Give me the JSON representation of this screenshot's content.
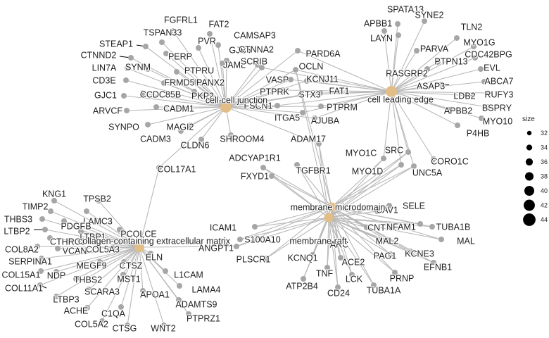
{
  "categories": [
    {
      "id": "cc",
      "label": "cell-cell junction"
    },
    {
      "id": "le",
      "label": "cell leading edge"
    },
    {
      "id": "md",
      "label": "membrane microdomain"
    },
    {
      "id": "mr",
      "label": "membrane raft"
    },
    {
      "id": "ecm",
      "label": "collagen-containing extracellular matrix"
    }
  ],
  "genes": [
    {
      "label": "FGFRL1",
      "links": [
        "cc"
      ]
    },
    {
      "label": "FAT2",
      "links": [
        "cc"
      ]
    },
    {
      "label": "TSPAN33",
      "links": [
        "cc"
      ]
    },
    {
      "label": "PVR",
      "links": [
        "cc"
      ]
    },
    {
      "label": "CAMSAP3",
      "links": [
        "cc"
      ]
    },
    {
      "label": "STEAP1",
      "links": [
        "cc"
      ]
    },
    {
      "label": "GJB5",
      "links": [
        "cc"
      ]
    },
    {
      "label": "CTNND2",
      "links": [
        "cc"
      ]
    },
    {
      "label": "PERP",
      "links": [
        "cc"
      ]
    },
    {
      "label": "LIN7A",
      "links": [
        "cc"
      ]
    },
    {
      "label": "SYNM",
      "links": [
        "cc"
      ]
    },
    {
      "label": "JAML",
      "links": [
        "cc"
      ]
    },
    {
      "label": "PTPRU",
      "links": [
        "cc"
      ]
    },
    {
      "label": "CD3E",
      "links": [
        "cc"
      ]
    },
    {
      "label": "FRMD5",
      "links": [
        "cc"
      ]
    },
    {
      "label": "PANX2",
      "links": [
        "cc"
      ]
    },
    {
      "label": "GJC1",
      "links": [
        "cc"
      ]
    },
    {
      "label": "CCDC85B",
      "links": [
        "cc"
      ]
    },
    {
      "label": "PKP2",
      "links": [
        "cc"
      ]
    },
    {
      "label": "ARVCF",
      "links": [
        "cc"
      ]
    },
    {
      "label": "CADM1",
      "links": [
        "cc"
      ]
    },
    {
      "label": "SYNPO",
      "links": [
        "cc"
      ]
    },
    {
      "label": "CADM3",
      "links": [
        "cc"
      ]
    },
    {
      "label": "MAGI2",
      "links": [
        "cc"
      ]
    },
    {
      "label": "CLDN6",
      "links": [
        "cc"
      ]
    },
    {
      "label": "SHROOM4",
      "links": [
        "cc"
      ]
    },
    {
      "label": "CTNNA2",
      "links": [
        "cc"
      ]
    },
    {
      "label": "SCRIB",
      "links": [
        "cc",
        "le"
      ]
    },
    {
      "label": "PARD6A",
      "links": [
        "cc",
        "le"
      ]
    },
    {
      "label": "OCLN",
      "links": [
        "cc",
        "le",
        "md",
        "mr"
      ]
    },
    {
      "label": "VASP",
      "links": [
        "cc",
        "le"
      ]
    },
    {
      "label": "KCNJ11",
      "links": [
        "cc",
        "le"
      ]
    },
    {
      "label": "PTPRK",
      "links": [
        "cc",
        "le"
      ]
    },
    {
      "label": "STX3",
      "links": [
        "cc",
        "le"
      ]
    },
    {
      "label": "FAT1",
      "links": [
        "cc",
        "le"
      ]
    },
    {
      "label": "FSCN1",
      "links": [
        "cc",
        "le"
      ]
    },
    {
      "label": "PTPRM",
      "links": [
        "cc",
        "le"
      ]
    },
    {
      "label": "ITGA5",
      "links": [
        "cc",
        "le"
      ]
    },
    {
      "label": "AJUBA",
      "links": [
        "cc",
        "le"
      ]
    },
    {
      "label": "ADAM17",
      "links": [
        "cc",
        "md",
        "mr"
      ]
    },
    {
      "label": "COL17A1",
      "links": [
        "cc",
        "ecm"
      ]
    },
    {
      "label": "SPATA13",
      "links": [
        "le"
      ]
    },
    {
      "label": "SYNE2",
      "links": [
        "le"
      ]
    },
    {
      "label": "APBB1",
      "links": [
        "le"
      ]
    },
    {
      "label": "LAYN",
      "links": [
        "le"
      ]
    },
    {
      "label": "TLN2",
      "links": [
        "le"
      ]
    },
    {
      "label": "PARVA",
      "links": [
        "le"
      ]
    },
    {
      "label": "MYO1G",
      "links": [
        "le"
      ]
    },
    {
      "label": "PTPN13",
      "links": [
        "le"
      ]
    },
    {
      "label": "CDC42BPG",
      "links": [
        "le"
      ]
    },
    {
      "label": "RASGRP2",
      "links": [
        "le"
      ]
    },
    {
      "label": "EVL",
      "links": [
        "le"
      ]
    },
    {
      "label": "ABCA7",
      "links": [
        "le"
      ]
    },
    {
      "label": "ASAP3",
      "links": [
        "le"
      ]
    },
    {
      "label": "RUFY3",
      "links": [
        "le"
      ]
    },
    {
      "label": "LDB2",
      "links": [
        "le"
      ]
    },
    {
      "label": "BSPRY",
      "links": [
        "le"
      ]
    },
    {
      "label": "APBB2",
      "links": [
        "le"
      ]
    },
    {
      "label": "MYO10",
      "links": [
        "le"
      ]
    },
    {
      "label": "P4HB",
      "links": [
        "le"
      ]
    },
    {
      "label": "MYO1C",
      "links": [
        "le",
        "md",
        "mr"
      ]
    },
    {
      "label": "SRC",
      "links": [
        "le",
        "md",
        "mr"
      ]
    },
    {
      "label": "CORO1C",
      "links": [
        "le"
      ]
    },
    {
      "label": "MYO1D",
      "links": [
        "le",
        "md",
        "mr"
      ]
    },
    {
      "label": "UNC5A",
      "links": [
        "le",
        "md",
        "mr"
      ]
    },
    {
      "label": "ADCYAP1R1",
      "links": [
        "md",
        "mr"
      ]
    },
    {
      "label": "TGFBR1",
      "links": [
        "md",
        "mr"
      ]
    },
    {
      "label": "FXYD1",
      "links": [
        "md",
        "mr"
      ]
    },
    {
      "label": "CAV1",
      "links": [
        "md",
        "mr"
      ]
    },
    {
      "label": "SELE",
      "links": [
        "md",
        "mr"
      ]
    },
    {
      "label": "ICAM1",
      "links": [
        "md",
        "mr"
      ]
    },
    {
      "label": "S100A10",
      "links": [
        "md",
        "mr"
      ]
    },
    {
      "label": "ANGPT1",
      "links": [
        "md",
        "mr",
        "ecm"
      ]
    },
    {
      "label": "PLSCR1",
      "links": [
        "md",
        "mr"
      ]
    },
    {
      "label": "CNTN1",
      "links": [
        "md",
        "mr"
      ]
    },
    {
      "label": "NFAM1",
      "links": [
        "md",
        "mr"
      ]
    },
    {
      "label": "TUBA1B",
      "links": [
        "md",
        "mr"
      ]
    },
    {
      "label": "MAL",
      "links": [
        "md",
        "mr"
      ]
    },
    {
      "label": "MAL2",
      "links": [
        "md",
        "mr"
      ]
    },
    {
      "label": "ARC",
      "links": [
        "md",
        "mr"
      ]
    },
    {
      "label": "KCNQ1",
      "links": [
        "md",
        "mr"
      ]
    },
    {
      "label": "ACE2",
      "links": [
        "md",
        "mr"
      ]
    },
    {
      "label": "PAG1",
      "links": [
        "md",
        "mr"
      ]
    },
    {
      "label": "KCNE3",
      "links": [
        "md",
        "mr"
      ]
    },
    {
      "label": "EFNB1",
      "links": [
        "md",
        "mr"
      ]
    },
    {
      "label": "TNF",
      "links": [
        "md",
        "mr"
      ]
    },
    {
      "label": "LCK",
      "links": [
        "md",
        "mr"
      ]
    },
    {
      "label": "PRNP",
      "links": [
        "md",
        "mr"
      ]
    },
    {
      "label": "ATP2B4",
      "links": [
        "md",
        "mr"
      ]
    },
    {
      "label": "CD24",
      "links": [
        "md",
        "mr"
      ]
    },
    {
      "label": "TUBA1A",
      "links": [
        "md",
        "mr"
      ]
    },
    {
      "label": "KNG1",
      "links": [
        "ecm"
      ]
    },
    {
      "label": "TPSB2",
      "links": [
        "ecm"
      ]
    },
    {
      "label": "TIMP2",
      "links": [
        "ecm"
      ]
    },
    {
      "label": "LAMC3",
      "links": [
        "ecm"
      ]
    },
    {
      "label": "THBS3",
      "links": [
        "ecm"
      ]
    },
    {
      "label": "PDGFB",
      "links": [
        "ecm"
      ]
    },
    {
      "label": "LTBP2",
      "links": [
        "ecm"
      ]
    },
    {
      "label": "LTBP1",
      "links": [
        "ecm"
      ]
    },
    {
      "label": "PCOLCE",
      "links": [
        "ecm"
      ]
    },
    {
      "label": "CTHRC1",
      "links": [
        "ecm"
      ]
    },
    {
      "label": "COL8A2",
      "links": [
        "ecm"
      ]
    },
    {
      "label": "VCAN",
      "links": [
        "ecm"
      ]
    },
    {
      "label": "COL5A3",
      "links": [
        "ecm"
      ]
    },
    {
      "label": "SERPINA1",
      "links": [
        "ecm"
      ]
    },
    {
      "label": "ELN",
      "links": [
        "ecm"
      ]
    },
    {
      "label": "COL15A1",
      "links": [
        "ecm"
      ]
    },
    {
      "label": "NDP",
      "links": [
        "ecm"
      ]
    },
    {
      "label": "MEGF9",
      "links": [
        "ecm"
      ]
    },
    {
      "label": "CTSZ",
      "links": [
        "ecm"
      ]
    },
    {
      "label": "COL11A1",
      "links": [
        "ecm"
      ]
    },
    {
      "label": "THBS2",
      "links": [
        "ecm"
      ]
    },
    {
      "label": "MST1",
      "links": [
        "ecm"
      ]
    },
    {
      "label": "L1CAM",
      "links": [
        "ecm"
      ]
    },
    {
      "label": "LTBP3",
      "links": [
        "ecm"
      ]
    },
    {
      "label": "SCARA3",
      "links": [
        "ecm"
      ]
    },
    {
      "label": "APOA1",
      "links": [
        "ecm"
      ]
    },
    {
      "label": "LAMA4",
      "links": [
        "ecm"
      ]
    },
    {
      "label": "ACHE",
      "links": [
        "ecm"
      ]
    },
    {
      "label": "C1QA",
      "links": [
        "ecm"
      ]
    },
    {
      "label": "ADAMTS9",
      "links": [
        "ecm"
      ]
    },
    {
      "label": "COL5A2",
      "links": [
        "ecm"
      ]
    },
    {
      "label": "CTSG",
      "links": [
        "ecm"
      ]
    },
    {
      "label": "WNT2",
      "links": [
        "ecm"
      ]
    },
    {
      "label": "PTPRZ1",
      "links": [
        "ecm"
      ]
    }
  ],
  "legend": {
    "title": "size",
    "values": [
      32,
      34,
      36,
      38,
      40,
      42,
      44
    ]
  },
  "colors": {
    "category_node": "#e3bd86",
    "gene_node": "#a6a6a6",
    "edge": "#b8b8b8",
    "text": "#222222"
  }
}
